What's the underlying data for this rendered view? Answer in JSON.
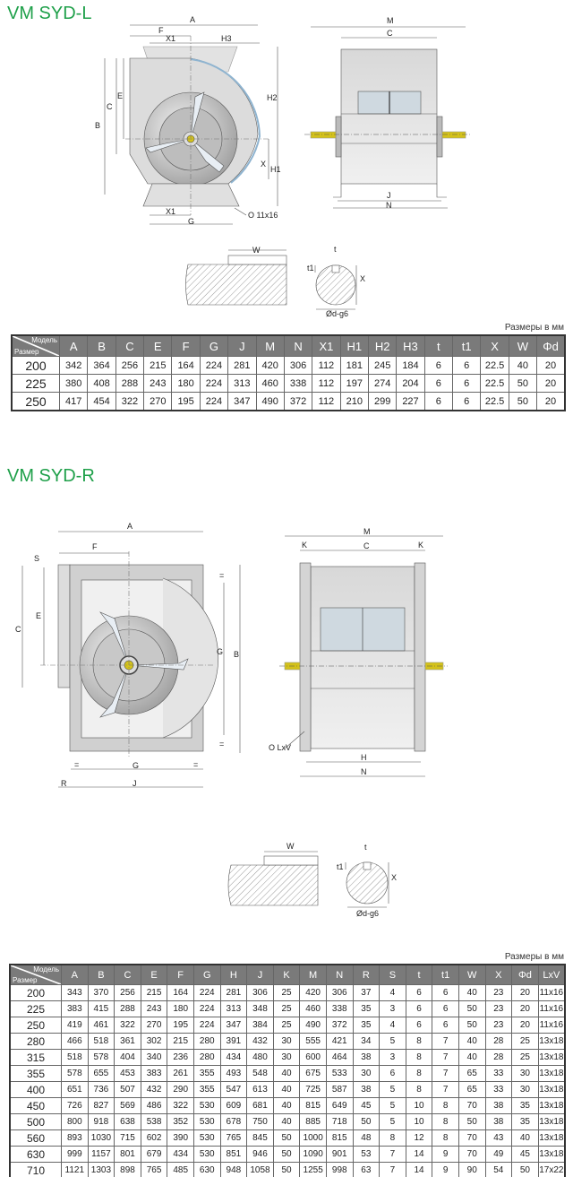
{
  "section1": {
    "title": "VM SYD-L",
    "front_labels": {
      "A": "A",
      "F": "F",
      "X1": "X1",
      "H3": "H3",
      "B": "B",
      "C": "C",
      "E": "E",
      "H2": "H2",
      "X": "X",
      "H1": "H1",
      "X1b": "X1",
      "G": "G",
      "hole": "O 11x16"
    },
    "side_labels": {
      "M": "M",
      "C": "C",
      "J": "J",
      "N": "N"
    },
    "key_labels": {
      "W": "W",
      "t": "t",
      "t1": "t1",
      "X": "X",
      "d": "Ød-g6"
    },
    "units": "Размеры в мм",
    "table": {
      "corner_model": "Модель",
      "corner_size": "Размер",
      "columns": [
        "A",
        "B",
        "C",
        "E",
        "F",
        "G",
        "J",
        "M",
        "N",
        "X1",
        "H1",
        "H2",
        "H3",
        "t",
        "t1",
        "X",
        "W",
        "Φd"
      ],
      "rows": [
        [
          "200",
          "342",
          "364",
          "256",
          "215",
          "164",
          "224",
          "281",
          "420",
          "306",
          "112",
          "181",
          "245",
          "184",
          "6",
          "6",
          "22.5",
          "40",
          "20"
        ],
        [
          "225",
          "380",
          "408",
          "288",
          "243",
          "180",
          "224",
          "313",
          "460",
          "338",
          "112",
          "197",
          "274",
          "204",
          "6",
          "6",
          "22.5",
          "50",
          "20"
        ],
        [
          "250",
          "417",
          "454",
          "322",
          "270",
          "195",
          "224",
          "347",
          "490",
          "372",
          "112",
          "210",
          "299",
          "227",
          "6",
          "6",
          "22.5",
          "50",
          "20"
        ]
      ]
    }
  },
  "section2": {
    "title": "VM SYD-R",
    "front_labels": {
      "A": "A",
      "F": "F",
      "S": "S",
      "C": "C",
      "E": "E",
      "G": "G",
      "B": "B",
      "eq1": "=",
      "eq2": "=",
      "eq3": "=",
      "eq4": "=",
      "Gb": "G",
      "R": "R",
      "J": "J"
    },
    "side_labels": {
      "M": "M",
      "K1": "K",
      "C": "C",
      "K2": "K",
      "H": "H",
      "N": "N",
      "hole": "O LxV"
    },
    "key_labels": {
      "W": "W",
      "t": "t",
      "t1": "t1",
      "X": "X",
      "d": "Ød-g6"
    },
    "units": "Размеры в мм",
    "table": {
      "corner_model": "Модель",
      "corner_size": "Размер",
      "columns": [
        "A",
        "B",
        "C",
        "E",
        "F",
        "G",
        "H",
        "J",
        "K",
        "M",
        "N",
        "R",
        "S",
        "t",
        "t1",
        "W",
        "X",
        "Φd",
        "LxV"
      ],
      "rows": [
        [
          "200",
          "343",
          "370",
          "256",
          "215",
          "164",
          "224",
          "281",
          "306",
          "25",
          "420",
          "306",
          "37",
          "4",
          "6",
          "6",
          "40",
          "23",
          "20",
          "11x16"
        ],
        [
          "225",
          "383",
          "415",
          "288",
          "243",
          "180",
          "224",
          "313",
          "348",
          "25",
          "460",
          "338",
          "35",
          "3",
          "6",
          "6",
          "50",
          "23",
          "20",
          "11x16"
        ],
        [
          "250",
          "419",
          "461",
          "322",
          "270",
          "195",
          "224",
          "347",
          "384",
          "25",
          "490",
          "372",
          "35",
          "4",
          "6",
          "6",
          "50",
          "23",
          "20",
          "11x16"
        ],
        [
          "280",
          "466",
          "518",
          "361",
          "302",
          "215",
          "280",
          "391",
          "432",
          "30",
          "555",
          "421",
          "34",
          "5",
          "8",
          "7",
          "40",
          "28",
          "25",
          "13x18"
        ],
        [
          "315",
          "518",
          "578",
          "404",
          "340",
          "236",
          "280",
          "434",
          "480",
          "30",
          "600",
          "464",
          "38",
          "3",
          "8",
          "7",
          "40",
          "28",
          "25",
          "13x18"
        ],
        [
          "355",
          "578",
          "655",
          "453",
          "383",
          "261",
          "355",
          "493",
          "548",
          "40",
          "675",
          "533",
          "30",
          "6",
          "8",
          "7",
          "65",
          "33",
          "30",
          "13x18"
        ],
        [
          "400",
          "651",
          "736",
          "507",
          "432",
          "290",
          "355",
          "547",
          "613",
          "40",
          "725",
          "587",
          "38",
          "5",
          "8",
          "7",
          "65",
          "33",
          "30",
          "13x18"
        ],
        [
          "450",
          "726",
          "827",
          "569",
          "486",
          "322",
          "530",
          "609",
          "681",
          "40",
          "815",
          "649",
          "45",
          "5",
          "10",
          "8",
          "70",
          "38",
          "35",
          "13x18"
        ],
        [
          "500",
          "800",
          "918",
          "638",
          "538",
          "352",
          "530",
          "678",
          "750",
          "40",
          "885",
          "718",
          "50",
          "5",
          "10",
          "8",
          "50",
          "38",
          "35",
          "13x18"
        ],
        [
          "560",
          "893",
          "1030",
          "715",
          "602",
          "390",
          "530",
          "765",
          "845",
          "50",
          "1000",
          "815",
          "48",
          "8",
          "12",
          "8",
          "70",
          "43",
          "40",
          "13x18"
        ],
        [
          "630",
          "999",
          "1157",
          "801",
          "679",
          "434",
          "530",
          "851",
          "946",
          "50",
          "1090",
          "901",
          "53",
          "7",
          "14",
          "9",
          "70",
          "49",
          "45",
          "13x18"
        ],
        [
          "710",
          "1121",
          "1303",
          "898",
          "765",
          "485",
          "630",
          "948",
          "1058",
          "50",
          "1255",
          "998",
          "63",
          "7",
          "14",
          "9",
          "90",
          "54",
          "50",
          "17x22"
        ]
      ]
    }
  },
  "colors": {
    "title": "#1fa04a",
    "header": "#7a7a7a",
    "shaft": "#d4c21a"
  }
}
